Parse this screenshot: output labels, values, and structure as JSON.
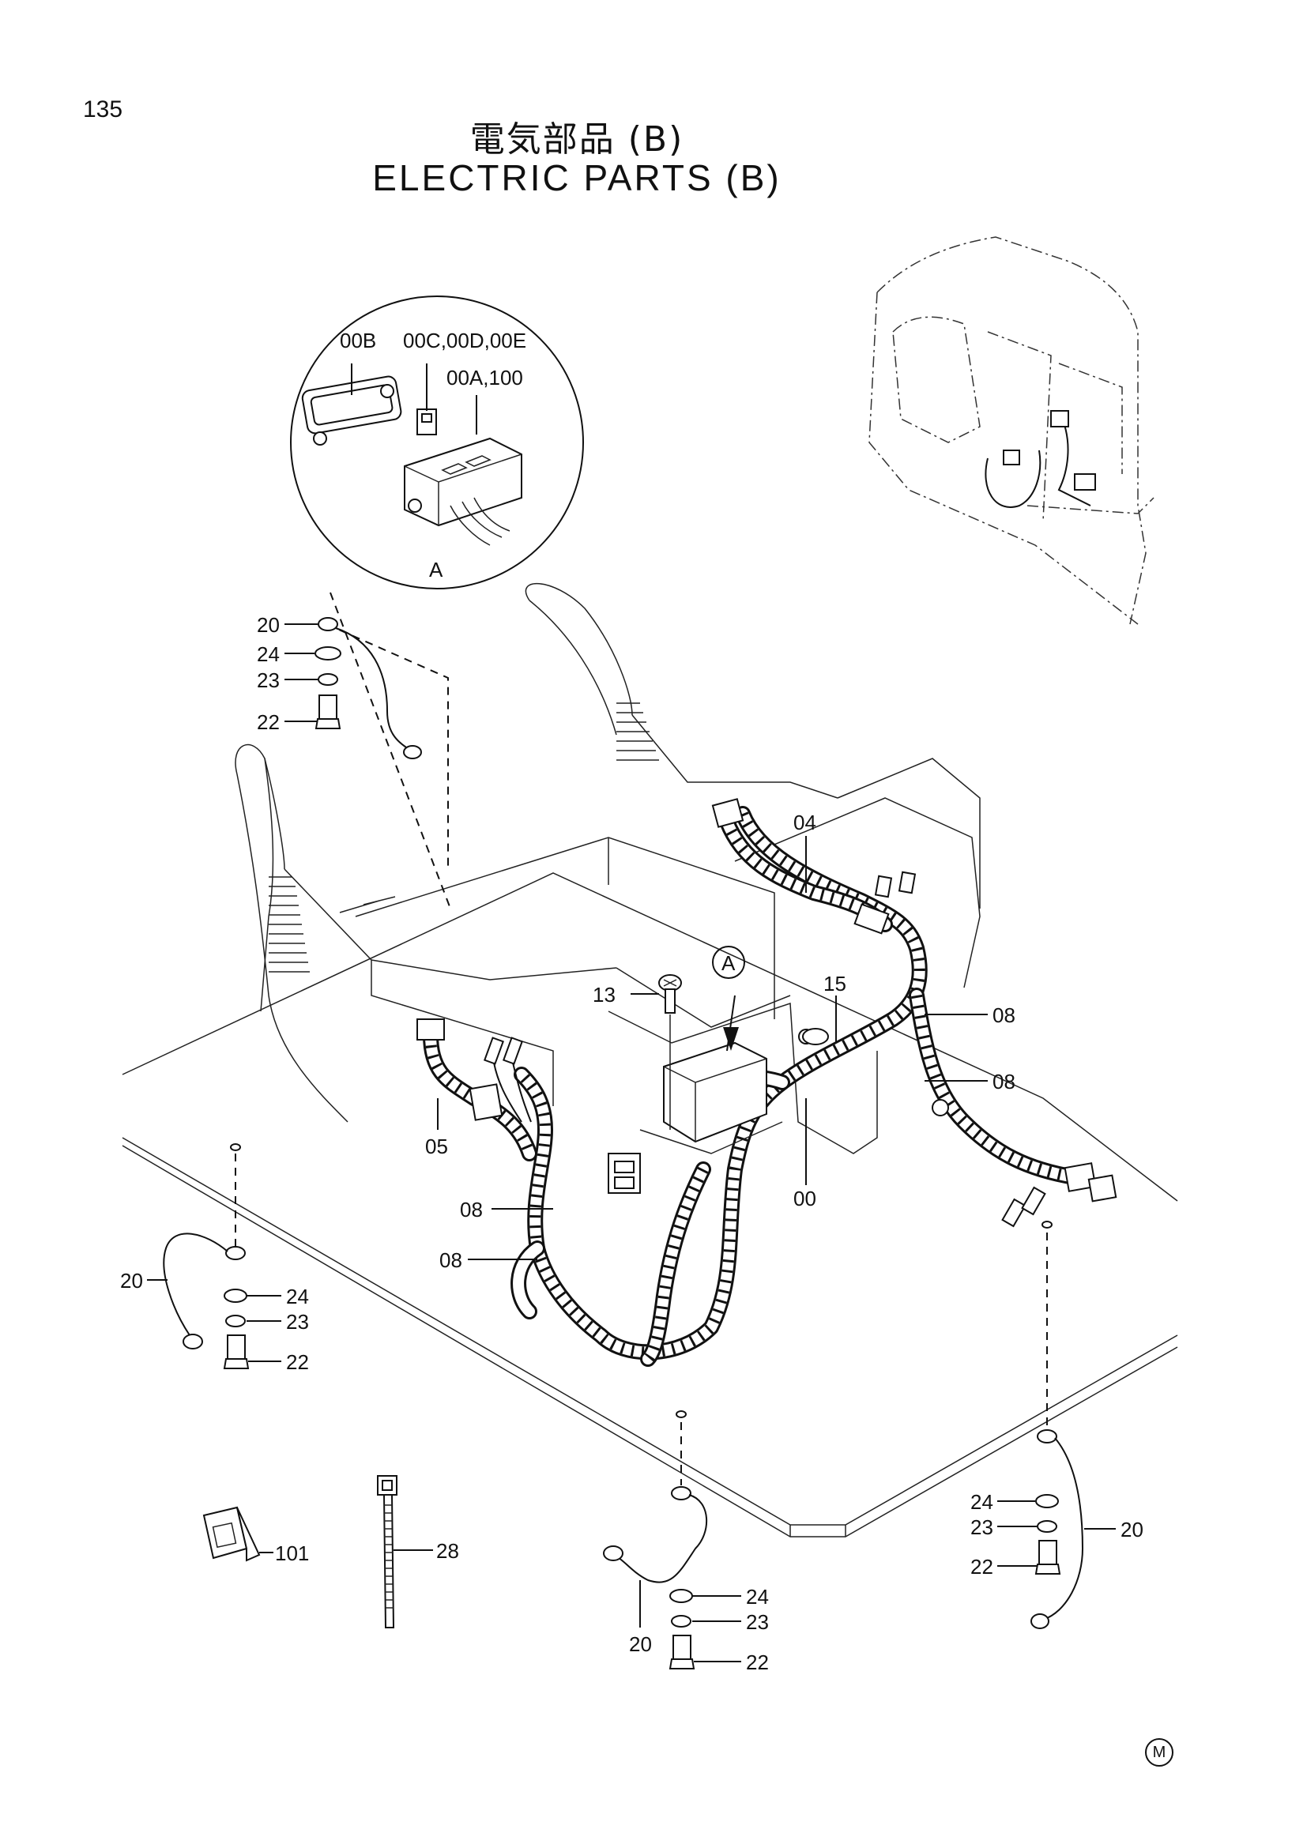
{
  "page": {
    "number": "135"
  },
  "title": {
    "japanese": "電気部品 (B)",
    "english": "ELECTRIC PARTS (B)"
  },
  "detail_view": {
    "label": "A",
    "callouts": [
      "00B",
      "00C,00D,00E",
      "00A,100"
    ]
  },
  "callout_a": {
    "label": "A"
  },
  "part_labels": {
    "p04": "04",
    "p13": "13",
    "p15": "15",
    "p08_a": "08",
    "p08_b": "08",
    "p05": "05",
    "p08_c": "08",
    "p08_d": "08",
    "p00": "00",
    "g1_20": "20",
    "g1_24": "24",
    "g1_23": "23",
    "g1_22": "22",
    "g2_20": "20",
    "g2_24": "24",
    "g2_23": "23",
    "g2_22": "22",
    "g3_20": "20",
    "g3_24": "24",
    "g3_23": "23",
    "g3_22": "22",
    "g4_20": "20",
    "g4_24": "24",
    "g4_23": "23",
    "g4_22": "22",
    "p101": "101",
    "p28": "28"
  },
  "footer_mark": "M"
}
